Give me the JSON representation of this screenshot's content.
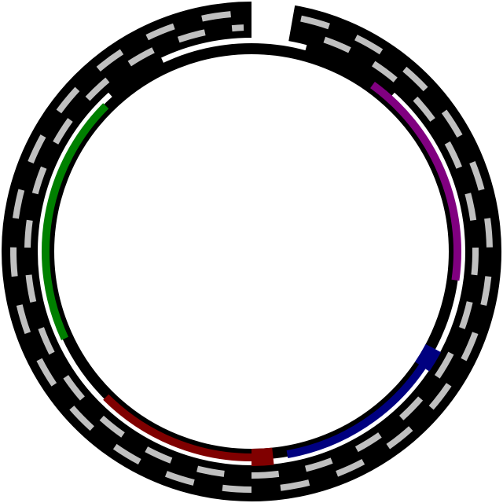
{
  "figure": {
    "background": "#ffffff",
    "colors": {
      "track": "#000000",
      "dash": "#c0c0c0",
      "green": "#008000",
      "purple": "#800080",
      "blue": "#000080",
      "red": "#800000"
    },
    "gap_arc": {
      "start_deg": 0,
      "end_deg": 10
    },
    "colored_arcs": [
      {
        "name": "green-arc",
        "color_key": "green",
        "start_deg": 245,
        "end_deg": 315,
        "note": ""
      },
      {
        "name": "purple-arc",
        "color_key": "purple",
        "start_deg": 36,
        "end_deg": 98
      },
      {
        "name": "blue-arc",
        "color_key": "blue",
        "start_deg": 118,
        "end_deg": 170
      },
      {
        "name": "red-arc",
        "color_key": "red",
        "start_deg": 180,
        "end_deg": 225
      }
    ]
  }
}
